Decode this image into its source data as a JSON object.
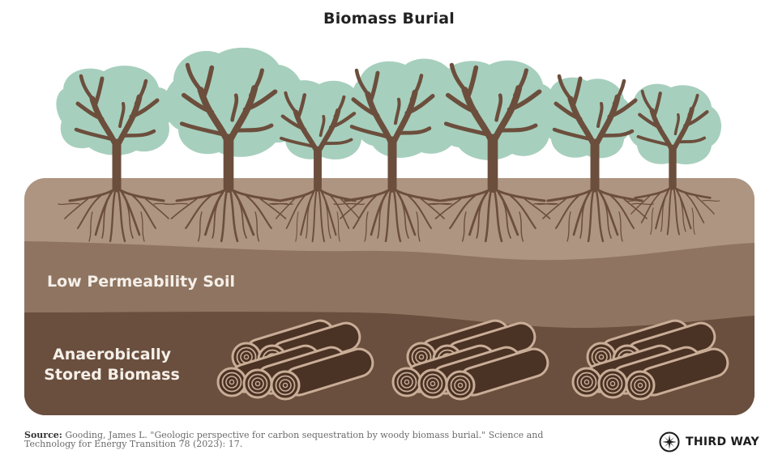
{
  "header": {
    "title": "Biomass Burial"
  },
  "diagram": {
    "layers": [
      {
        "name": "topsoil",
        "color": "#ae9581"
      },
      {
        "name": "low-permeability-soil",
        "label": "Low Permeability Soil",
        "color": "#8f7561"
      },
      {
        "name": "storage-layer",
        "label_line1": "Anaerobically",
        "label_line2": "Stored Biomass",
        "color": "#6a4f3e"
      }
    ],
    "colors": {
      "canopy": "#a7cfbd",
      "trunk": "#6c4e3d",
      "log_fill": "#4a3224",
      "log_outline": "#c9ad97"
    },
    "tree_count": 7,
    "log_pile_count": 3
  },
  "footer": {
    "source_label": "Source:",
    "source_text": " Gooding, James L. \"Geologic perspective for carbon sequestration by woody biomass burial.\" Science and Technology for Energy Transition 78 (2023): 17.",
    "brand_name": "THIRD WAY"
  }
}
